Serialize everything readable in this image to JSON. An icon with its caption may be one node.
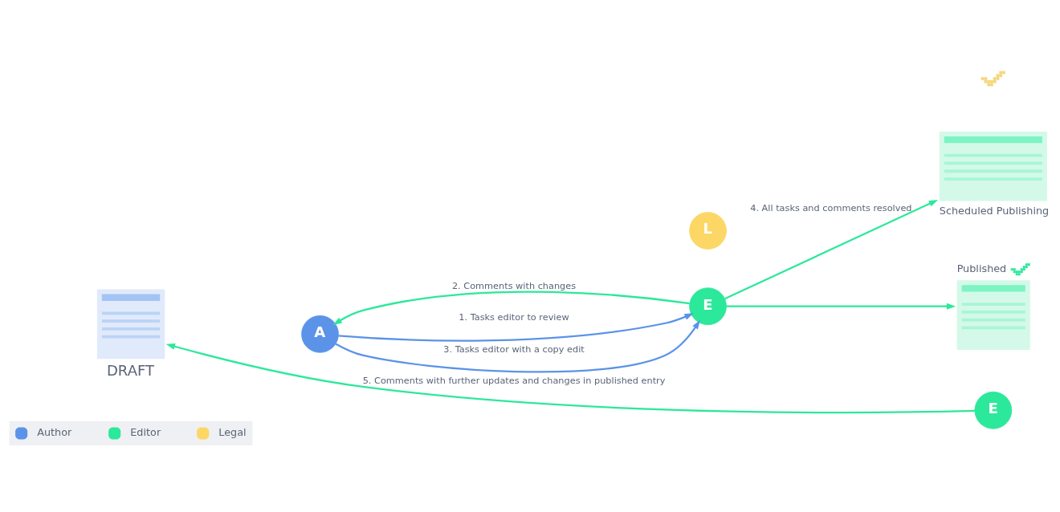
{
  "diagram": {
    "nodes": [
      {
        "text": [
          "DRAFT"
        ]
      },
      {
        "text": [
          "A"
        ]
      },
      {
        "text": [
          "E"
        ]
      },
      {
        "text": [
          "L"
        ]
      },
      {
        "text": [
          "Scheduled Publishing"
        ]
      },
      {
        "text": [
          "Published"
        ]
      },
      {
        "text": [
          "E"
        ]
      }
    ],
    "edges": [
      {
        "from": 1,
        "to": 2,
        "arrow": "to",
        "label": "1. Tasks editor to review",
        "color": "#5b93e8"
      },
      {
        "from": 2,
        "to": 1,
        "arrow": "to",
        "label": "2. Comments with changes"
      },
      {
        "from": 1,
        "to": 2,
        "arrow": "to",
        "label": "3. Tasks editor with a copy edit",
        "color": "#5b93e8"
      },
      {
        "from": 2,
        "to": 4,
        "arrow": "to",
        "label": "4. All tasks and comments resolved"
      },
      {
        "from": 2,
        "to": 5,
        "arrow": "to"
      },
      {
        "from": 6,
        "to": 0,
        "arrow": "to",
        "label": "5. Comments with further updates and changes in published entry"
      }
    ],
    "legend": [
      {
        "text": "Author",
        "color": "#5b93e8"
      },
      {
        "text": "Editor",
        "color": "#2ce89a"
      },
      {
        "text": "Legal",
        "color": "#fcd766"
      }
    ]
  }
}
